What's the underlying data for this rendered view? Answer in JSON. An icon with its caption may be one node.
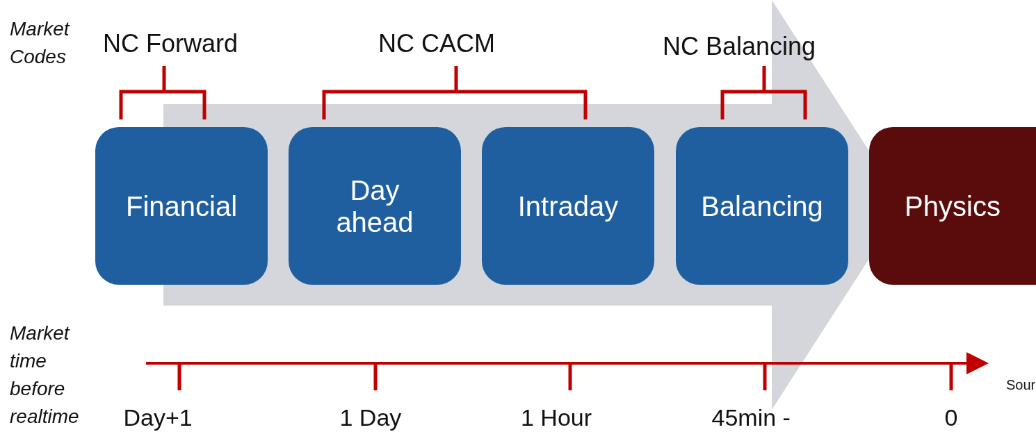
{
  "diagram": {
    "nodes": [
      {
        "text": [
          "Financial"
        ]
      },
      {
        "text": [
          "Day ahead"
        ]
      },
      {
        "text": [
          "Intraday"
        ]
      },
      {
        "text": [
          "Balancing"
        ]
      },
      {
        "text": [
          "Physics"
        ]
      }
    ],
    "edges": [
      {
        "from": 0,
        "to": 4,
        "arrow": "to"
      }
    ],
    "labels": [
      "Market Codes",
      "NC Forward",
      "NC CACM",
      "NC Balancing",
      "Market time before realtime",
      "Day+1",
      "1 Day",
      "1 Hour",
      "45min -",
      "0",
      "Sour"
    ]
  }
}
